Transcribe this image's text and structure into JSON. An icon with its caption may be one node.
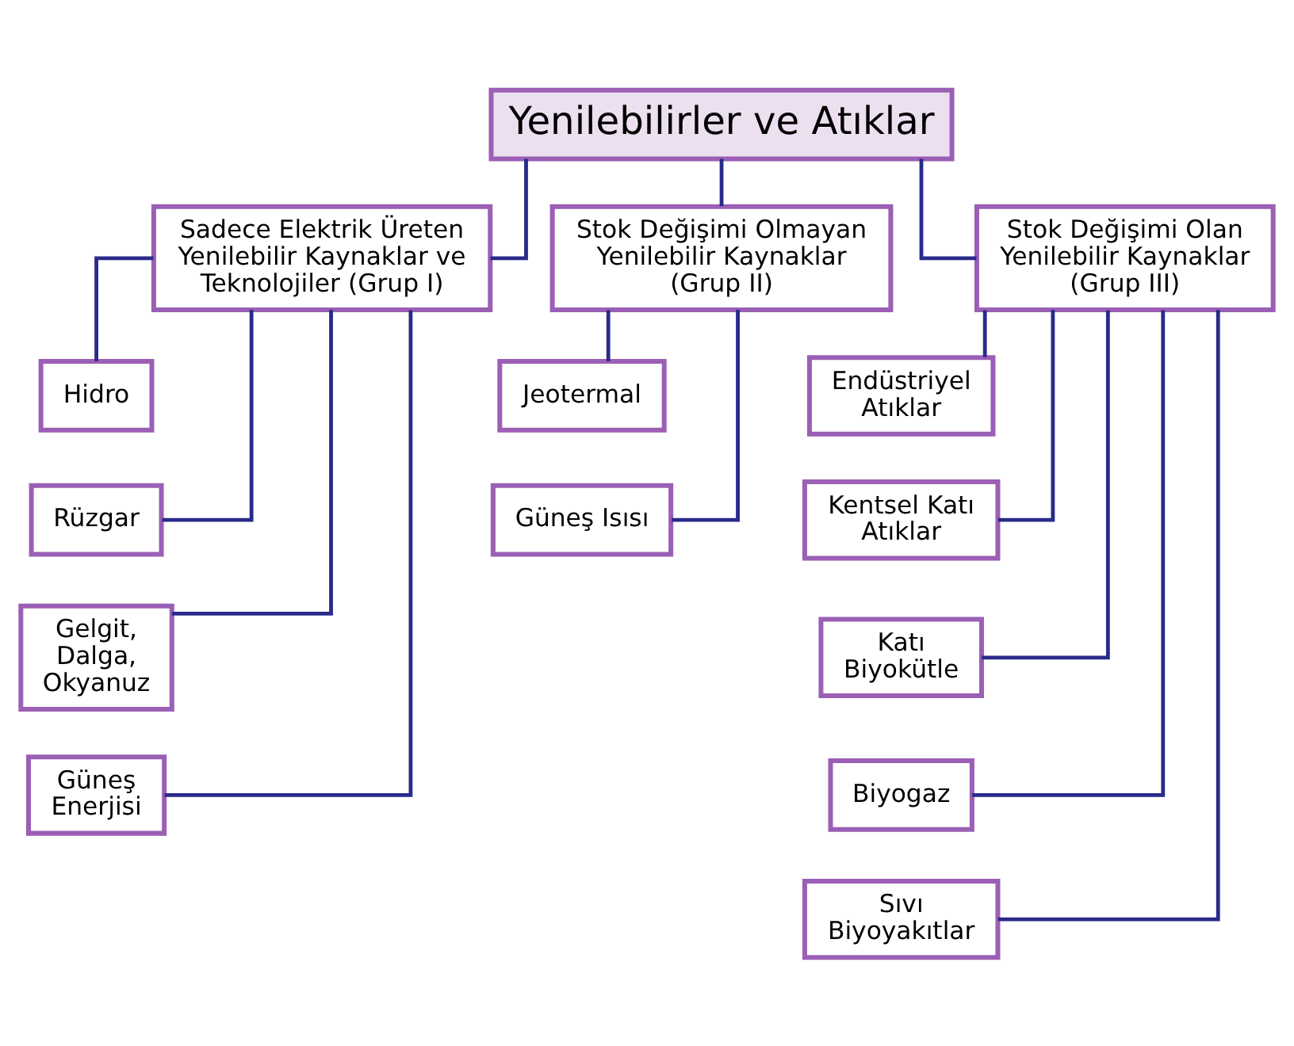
{
  "diagram": {
    "nodes": [
      {
        "text": [
          "Yenilebilirler ve Atıklar"
        ]
      },
      {
        "text": [
          "Sadece Elektrik Üreten Yenilebilir Kaynaklar ve Teknolojiler (Grup I)"
        ]
      },
      {
        "text": [
          "Stok Değişimi Olmayan Yenilebilir Kaynaklar (Grup II)"
        ]
      },
      {
        "text": [
          "Stok Değişimi Olan Yenilebilir Kaynaklar (Grup III)"
        ]
      },
      {
        "text": [
          "Hidro"
        ]
      },
      {
        "text": [
          "Rüzgar"
        ]
      },
      {
        "text": [
          "Gelgit, Dalga, Okyanuz"
        ]
      },
      {
        "text": [
          "Güneş Enerjisi"
        ]
      },
      {
        "text": [
          "Jeotermal"
        ]
      },
      {
        "text": [
          "Güneş Isısı"
        ]
      },
      {
        "text": [
          "Endüstriyel Atıklar"
        ]
      },
      {
        "text": [
          "Kentsel Katı Atıklar"
        ]
      },
      {
        "text": [
          "Katı Biyokütle"
        ]
      },
      {
        "text": [
          "Biyogaz"
        ]
      },
      {
        "text": [
          "Sıvı Biyoyakıtlar"
        ]
      }
    ],
    "edges": [
      {
        "from": 0,
        "to": 1,
        "arrow": "none"
      },
      {
        "from": 0,
        "to": 2,
        "arrow": "none"
      },
      {
        "from": 0,
        "to": 3,
        "arrow": "none"
      },
      {
        "from": 1,
        "to": 4,
        "arrow": "none"
      },
      {
        "from": 1,
        "to": 5,
        "arrow": "none"
      },
      {
        "from": 1,
        "to": 6,
        "arrow": "none"
      },
      {
        "from": 1,
        "to": 7,
        "arrow": "none"
      },
      {
        "from": 2,
        "to": 8,
        "arrow": "none"
      },
      {
        "from": 2,
        "to": 9,
        "arrow": "none"
      },
      {
        "from": 3,
        "to": 10,
        "arrow": "none"
      },
      {
        "from": 3,
        "to": 11,
        "arrow": "none"
      },
      {
        "from": 3,
        "to": 12,
        "arrow": "none"
      },
      {
        "from": 3,
        "to": 13,
        "arrow": "none"
      },
      {
        "from": 3,
        "to": 14,
        "arrow": "none"
      }
    ]
  }
}
